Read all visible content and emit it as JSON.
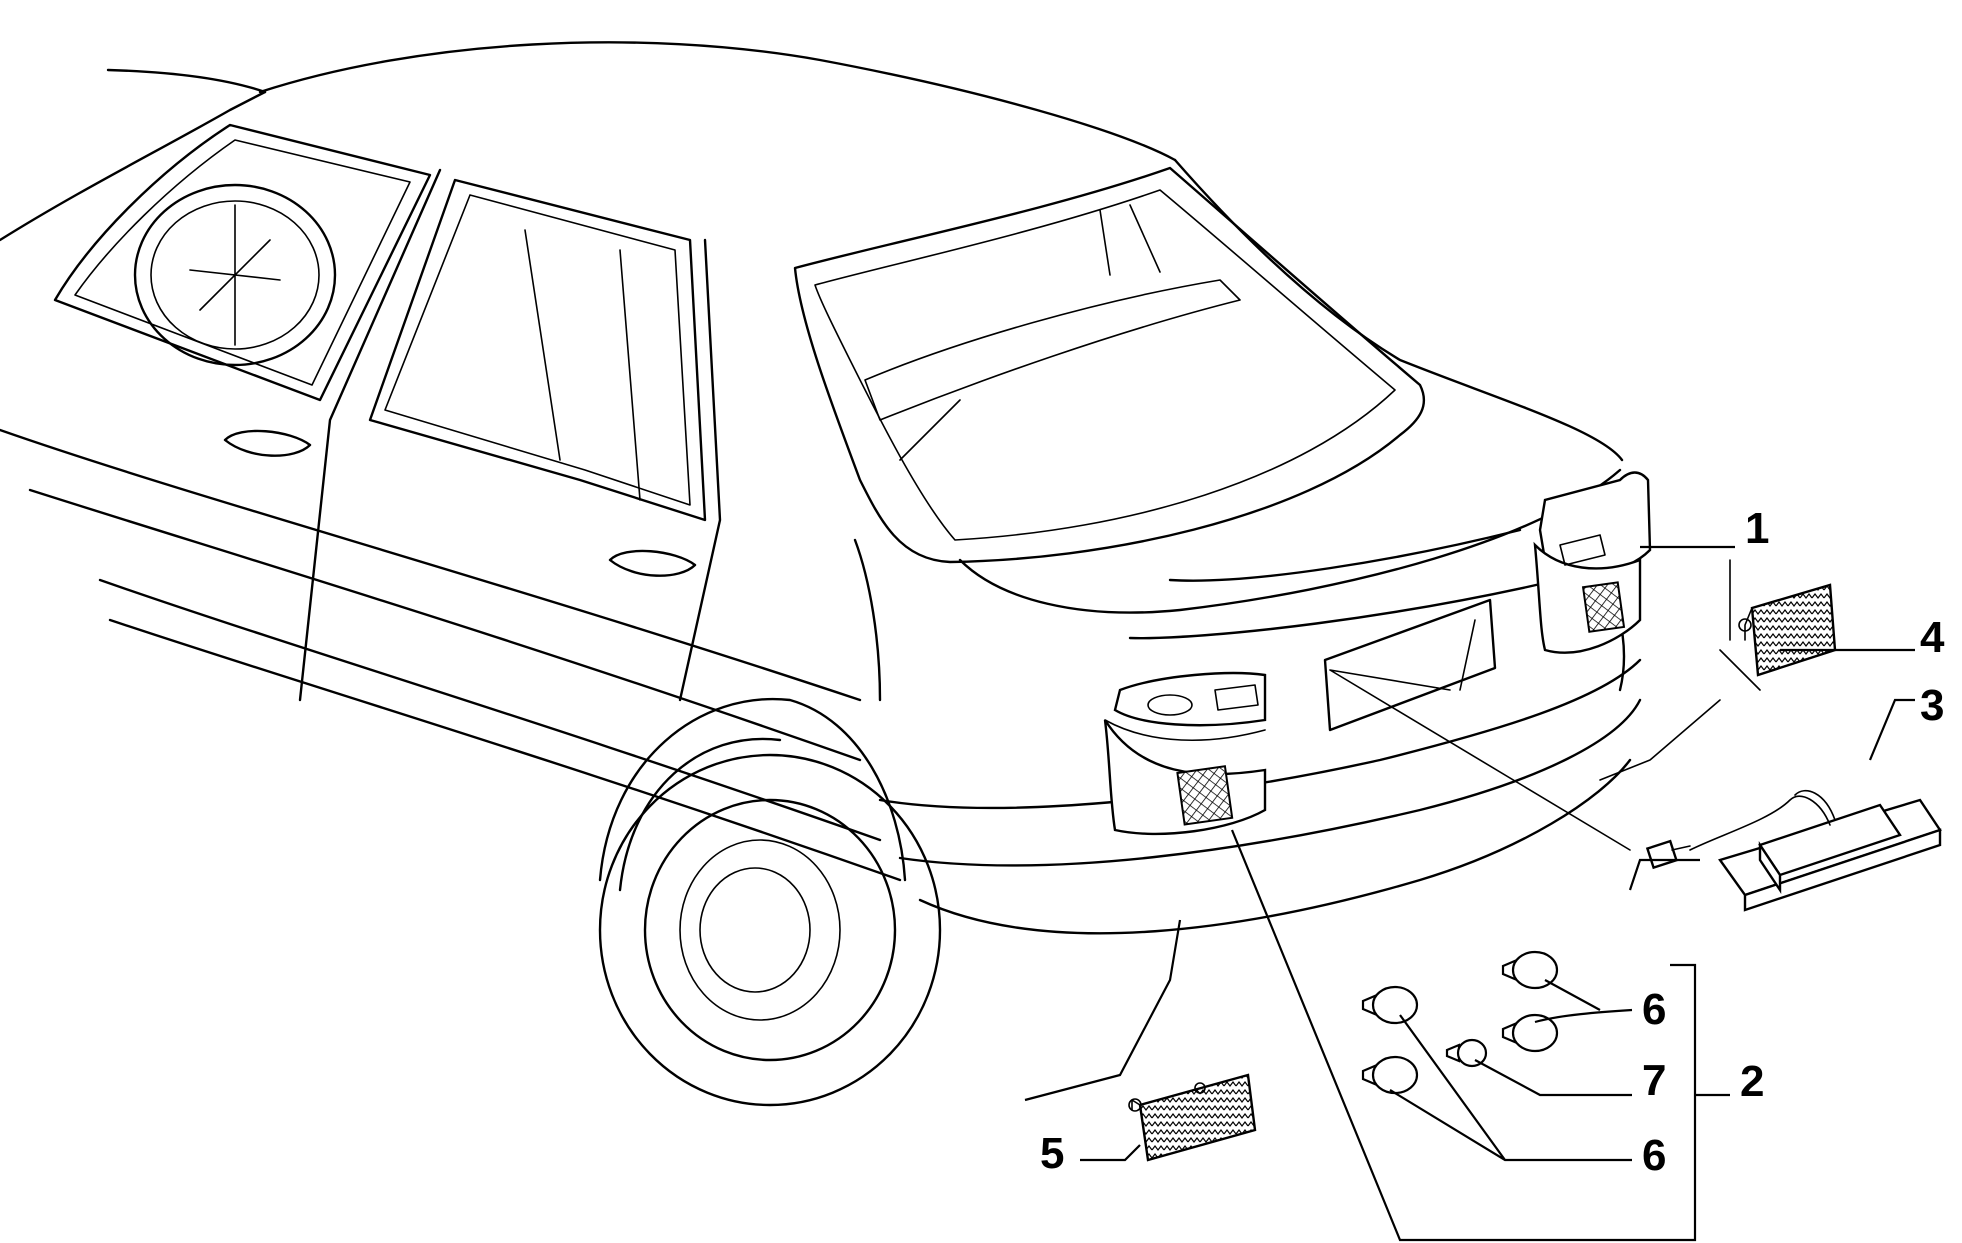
{
  "callouts": [
    {
      "id": "1",
      "label": "1",
      "part": "tail-light-right"
    },
    {
      "id": "2",
      "label": "2",
      "part": "bulb-set"
    },
    {
      "id": "3",
      "label": "3",
      "part": "license-plate-lamp"
    },
    {
      "id": "4",
      "label": "4",
      "part": "rear-reflector-right"
    },
    {
      "id": "5",
      "label": "5",
      "part": "rear-reflector-left"
    },
    {
      "id": "6a",
      "label": "6",
      "part": "bulb"
    },
    {
      "id": "7",
      "label": "7",
      "part": "small-bulb"
    },
    {
      "id": "6b",
      "label": "6",
      "part": "bulb"
    }
  ]
}
